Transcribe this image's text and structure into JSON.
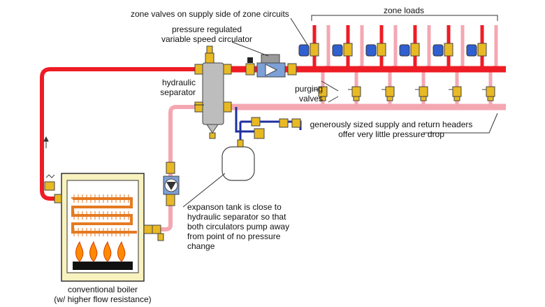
{
  "colors": {
    "supply": "#ee1c25",
    "return": "#f4a7b2",
    "valve_brass": "#e8b923",
    "actuator_blue": "#2f5fd0",
    "boiler_panel": "#f8f2bf",
    "copper_coil": "#e57a22",
    "flame": "#ff8a00",
    "separator": "#bdbdbd",
    "tank": "#ffffff",
    "piping_blue": "#1f2f9f",
    "ink": "#111111"
  },
  "icons": [
    "zone-valve-icon",
    "circulator-icon",
    "purging-valve-icon",
    "expansion-tank-icon",
    "boiler-icon",
    "flame-icon",
    "flow-arrow-icon"
  ],
  "labels": {
    "zone_valves": "zone valves on supply side of zone circuits",
    "zone_loads": "zone loads",
    "circulator_line1": "pressure regulated",
    "circulator_line2": "variable speed circulator",
    "separator_line1": "hydraulic",
    "separator_line2": "separator",
    "purging_line1": "purging",
    "purging_line2": "valves",
    "headers_line1": "generously sized supply and return headers",
    "headers_line2": "offer very little pressure drop",
    "tank_line1": "expanson tank is close to",
    "tank_line2": "hydraulic separator so that",
    "tank_line3": "both circulators pump away",
    "tank_line4": "from point of no pressure",
    "tank_line5": "change",
    "boiler_line1": "conventional boiler",
    "boiler_line2": "(w/ higher flow resistance)"
  }
}
